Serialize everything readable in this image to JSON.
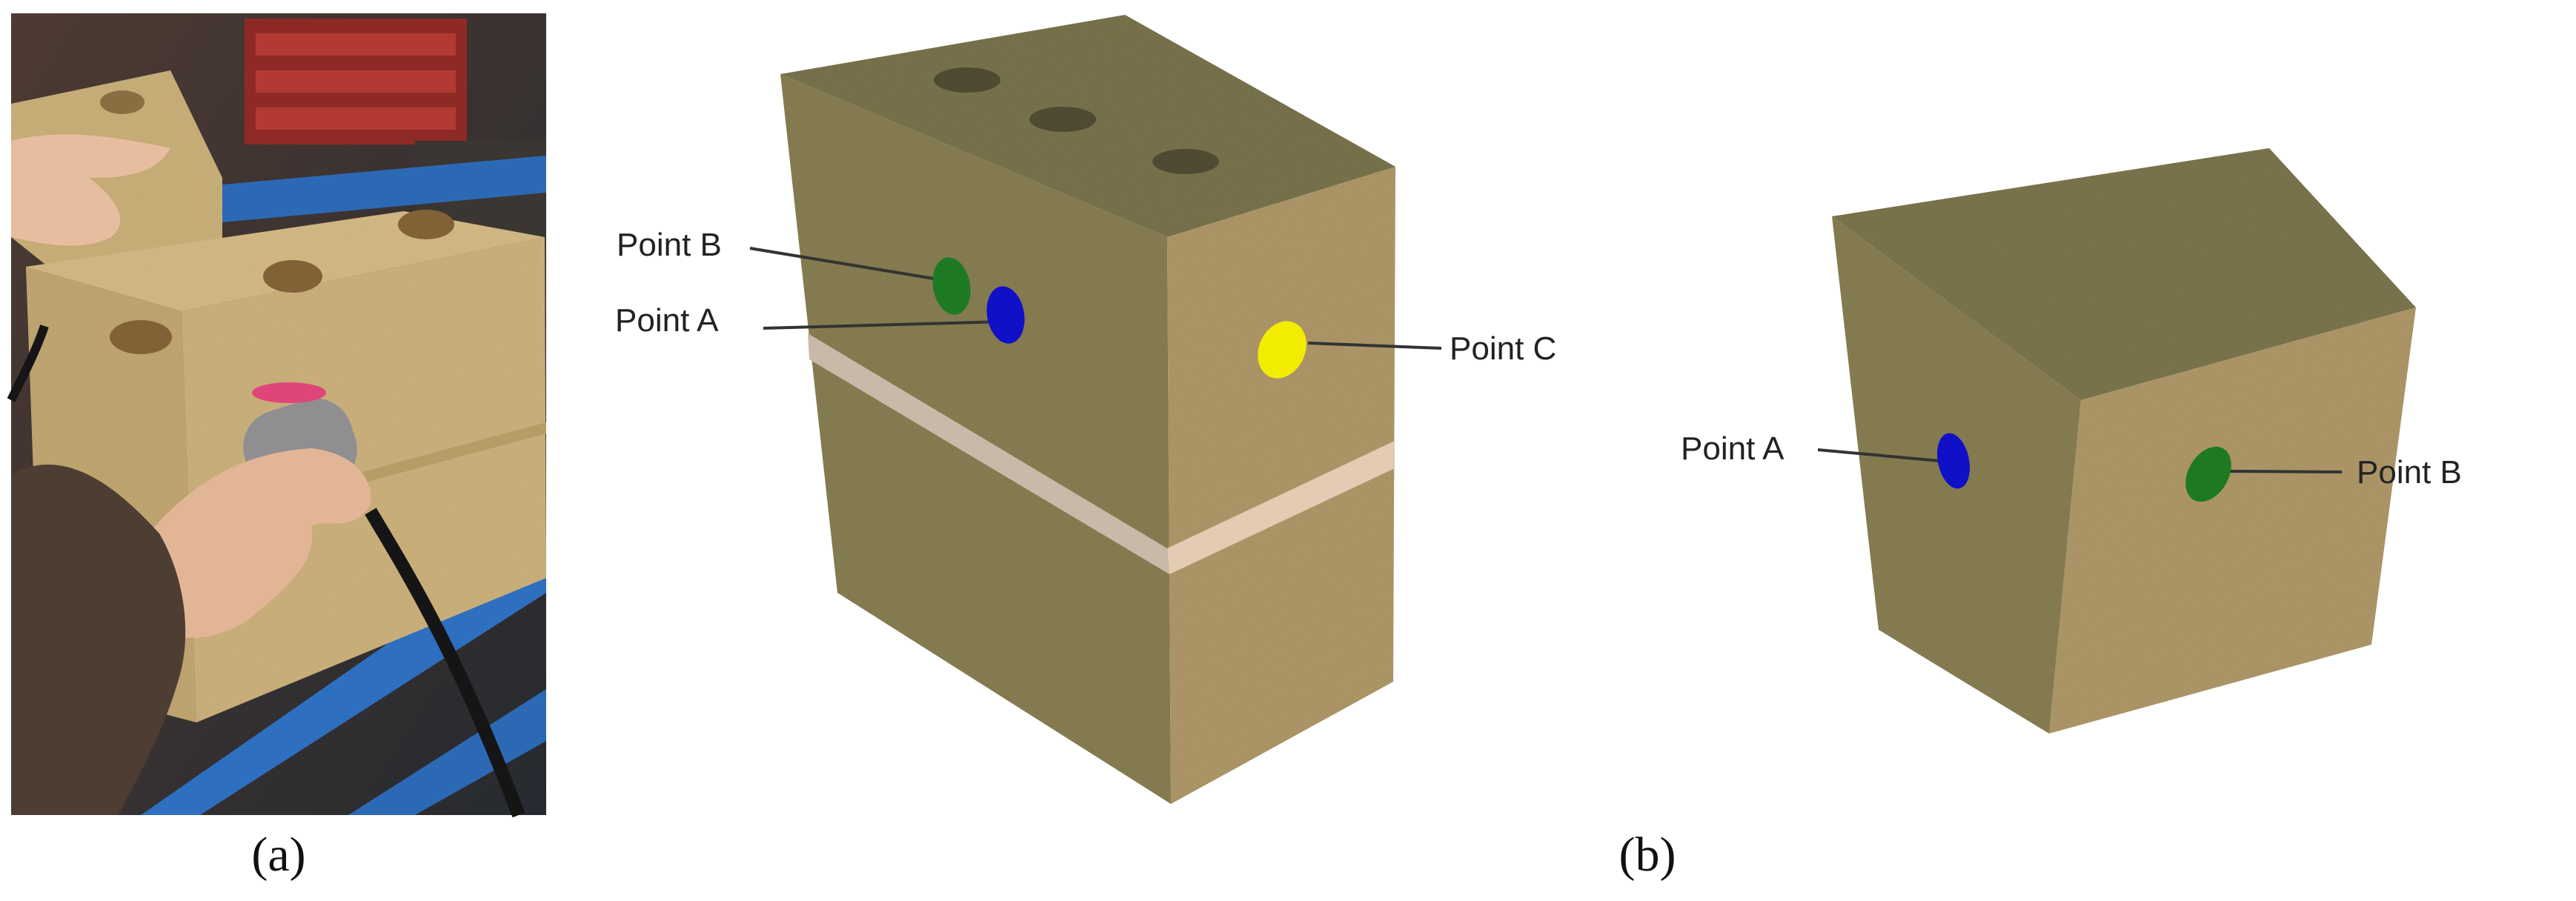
{
  "panel_a": {
    "caption": "(a)"
  },
  "panel_b": {
    "caption": "(b)",
    "brick_labels": {
      "point_b": "Point B",
      "point_a": "Point A",
      "point_c": "Point C"
    },
    "cube_labels": {
      "point_a": "Point A",
      "point_b": "Point B"
    }
  },
  "colors": {
    "point_a": "#1010c8",
    "point_b": "#1e7a22",
    "point_c": "#f2ec00",
    "mortar_joint": "#c9b9a8"
  }
}
